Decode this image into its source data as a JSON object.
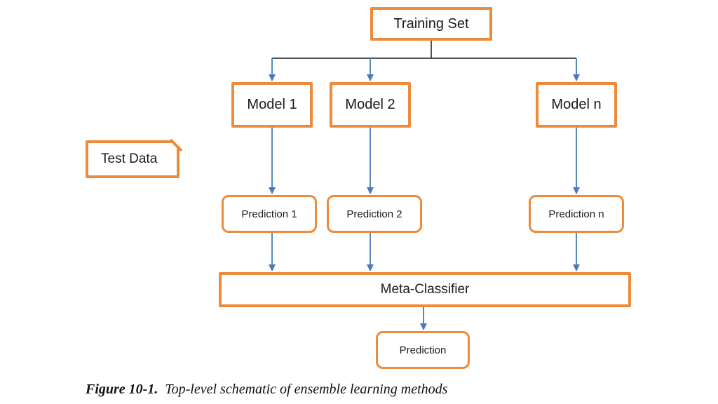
{
  "colors": {
    "node_border": "#ed8b3d",
    "arrow": "#4a7ab8",
    "split_line": "#1a1a1a"
  },
  "nodes": {
    "training_set": "Training Set",
    "model_1": "Model 1",
    "model_2": "Model 2",
    "model_n": "Model n",
    "test_data": "Test Data",
    "prediction_1": "Prediction 1",
    "prediction_2": "Prediction 2",
    "prediction_n": "Prediction n",
    "meta_classifier": "Meta-Classifier",
    "prediction": "Prediction"
  },
  "caption": {
    "figure_number": "Figure 10-1.",
    "text": "Top-level schematic of ensemble learning methods"
  }
}
